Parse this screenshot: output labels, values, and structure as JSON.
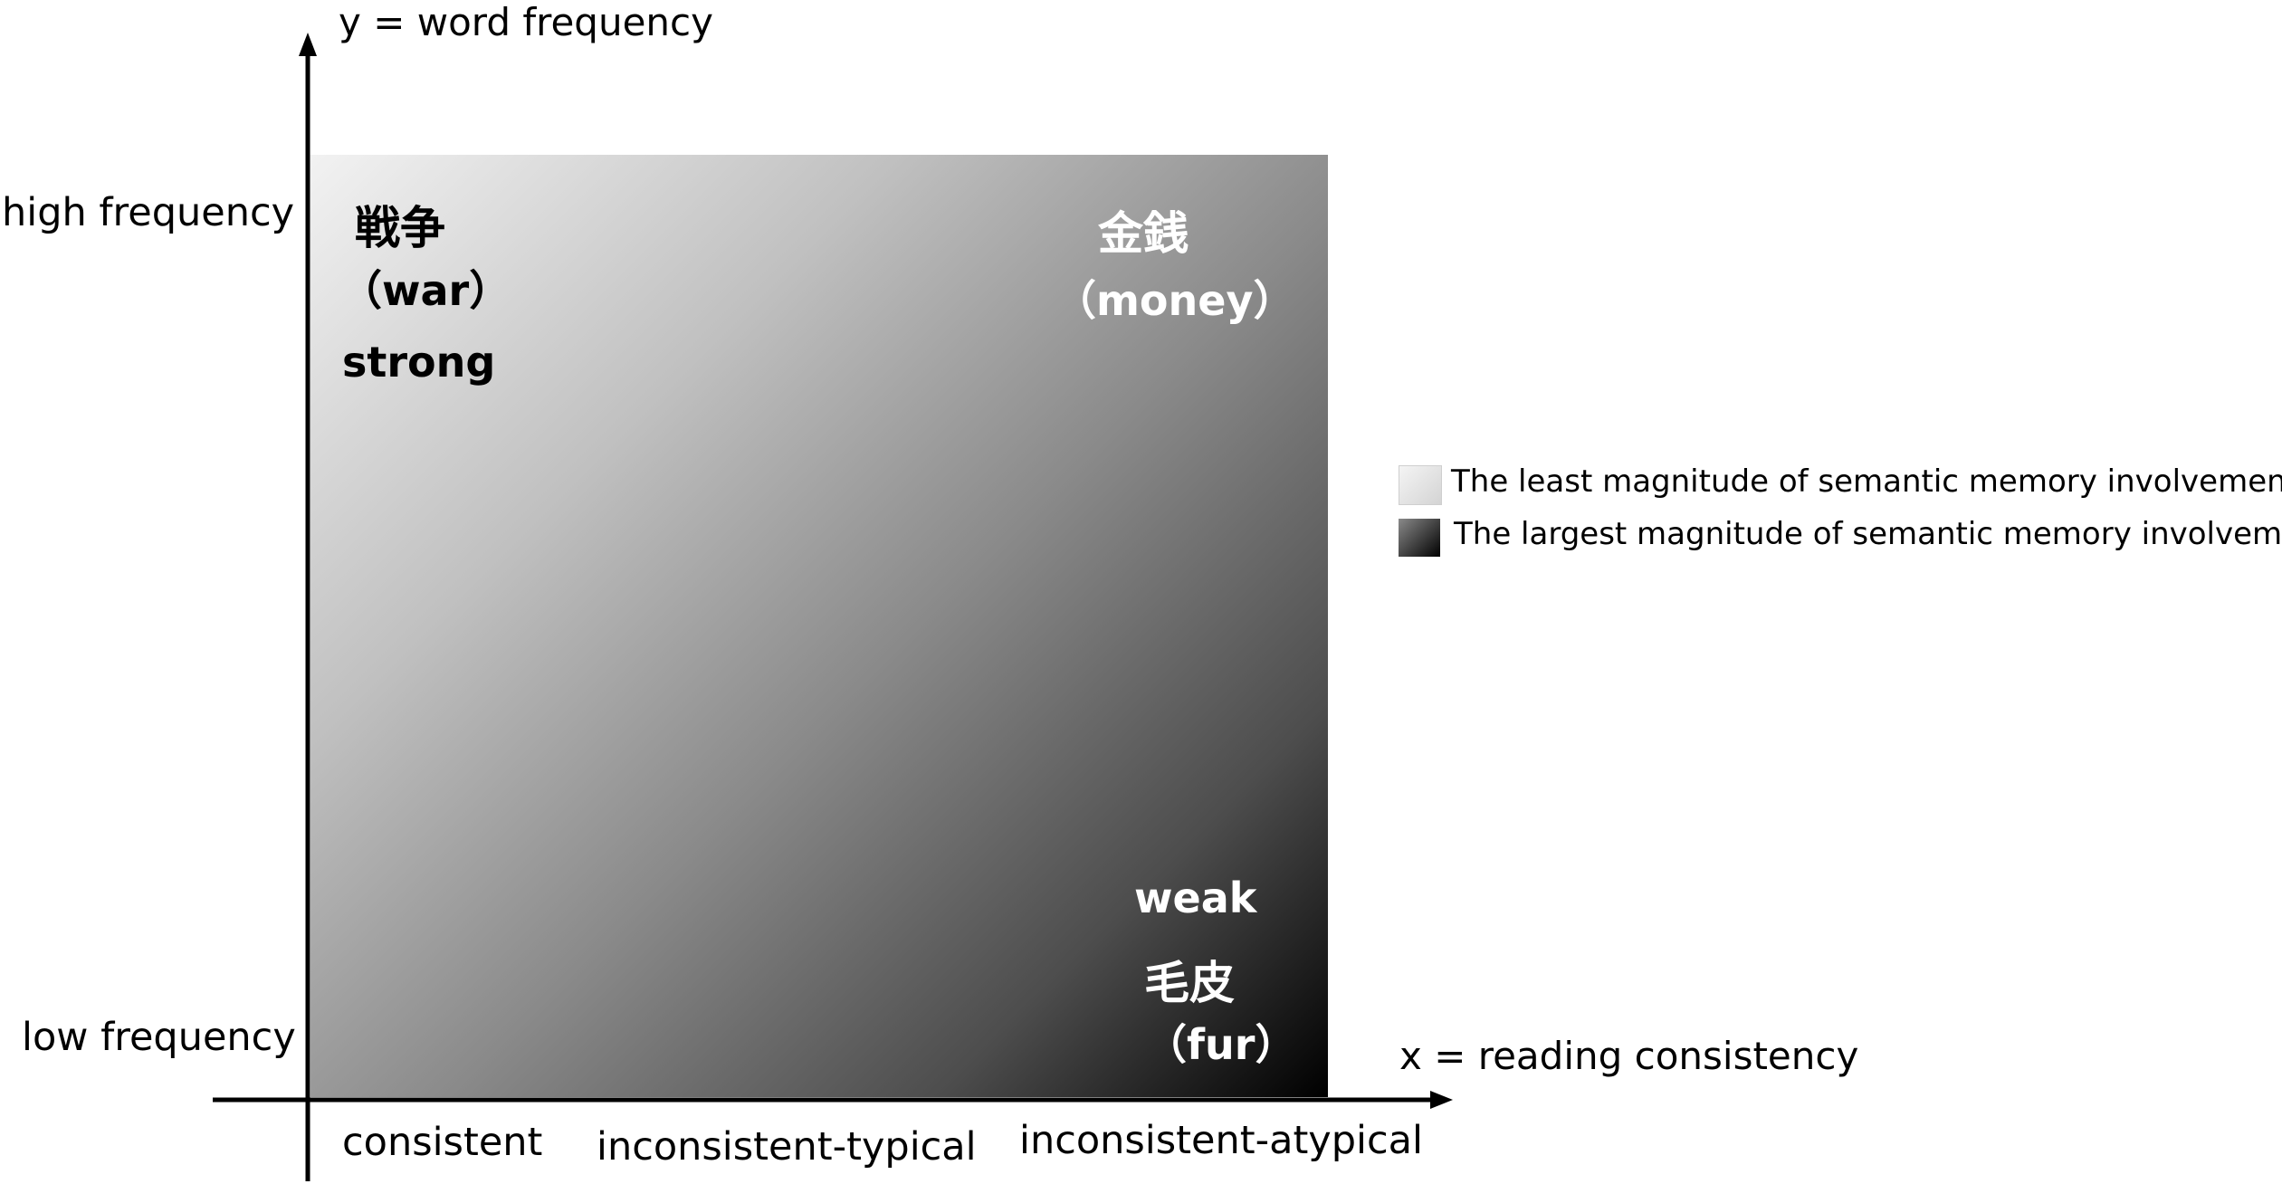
{
  "axes": {
    "y_label": "y = word frequency",
    "x_label": "x = reading consistency",
    "y_ticks": [
      "high frequency",
      "low frequency"
    ],
    "x_ticks": [
      "consistent",
      "inconsistent-typical",
      "inconsistent-atypical"
    ]
  },
  "words": {
    "war": {
      "kanji": "戦争",
      "gloss": "（war）",
      "note": "strong"
    },
    "money": {
      "kanji": "金銭",
      "gloss": "（money）"
    },
    "fur": {
      "kanji": "毛皮",
      "gloss": "（fur）",
      "note": "weak"
    }
  },
  "legend": {
    "least": "The least magnitude of semantic memory involvement",
    "largest": "The largest magnitude of semantic memory involvement"
  },
  "colors": {
    "light_end": "#f2f2f2",
    "dark_end": "#000000"
  }
}
